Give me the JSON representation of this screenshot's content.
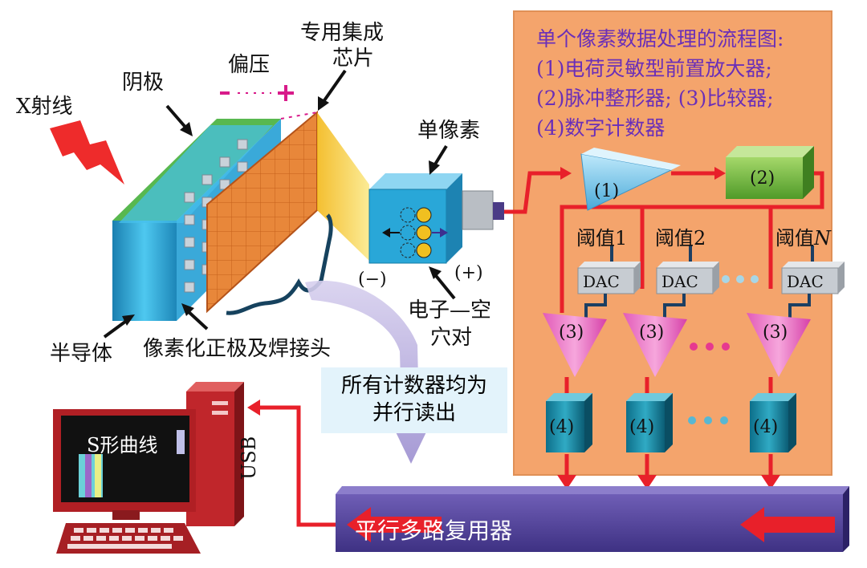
{
  "labels": {
    "xray": "X射线",
    "cathode": "阴极",
    "bias": "偏压",
    "bias_minus": "−",
    "bias_plus": "+",
    "asic_line1": "专用集成",
    "asic_line2": "芯片",
    "single_pixel": "单像素",
    "semiconductor": "半导体",
    "pixel_anode": "像素化正极及焊接头",
    "minus": "(−)",
    "plus": "(+)",
    "eh_line1": "电子—空",
    "eh_line2": "穴对",
    "counters_line1": "所有计数器均为",
    "counters_line2": "并行读出",
    "usb": "USB",
    "monitor": "S形曲线",
    "mux": "平行多路复用器"
  },
  "panel": {
    "lines": [
      "单个像素数据处理的流程图:",
      "(1)电荷灵敏型前置放大器;",
      "(2)脉冲整形器; (3)比较器;",
      "(4)数字计数器"
    ]
  },
  "blocks": {
    "preamp": "(1)",
    "shaper": "(2)",
    "thresholds": [
      "阈值1",
      "阈值2",
      "阈值"
    ],
    "threshold_n": "N",
    "dac": "DAC",
    "comparator": "(3)",
    "counter": "(4)",
    "dots": "• • •"
  },
  "colors": {
    "panel_bg": "#f4a46c",
    "signal": "#e8202a",
    "mux": "#5b4aa0",
    "pink_accent": "#d81b8a",
    "purple_text": "#6a2fb8"
  }
}
